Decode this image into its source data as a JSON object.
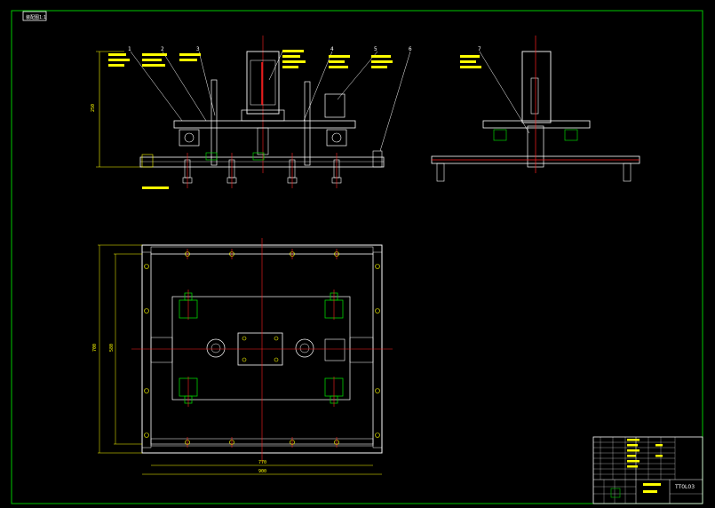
{
  "drawing": {
    "top_left_tag": "装配图1:1",
    "title_block": {
      "drawing_number": "TT0L03"
    },
    "front_view": {
      "part_numbers": [
        "1",
        "2",
        "3",
        "4",
        "5",
        "6"
      ],
      "height_dim": "250"
    },
    "side_view": {
      "part_numbers": [
        "7"
      ]
    },
    "plan_view": {
      "width_dim_inner": "770",
      "width_dim_outer": "900",
      "height_dim_outer": "700",
      "height_dim_inner": "580"
    },
    "colors": {
      "frame": "#00c800",
      "outline": "#ffffff",
      "centerline": "#ff2020",
      "callout": "#ffff00",
      "component": "#00d000",
      "dimension": "#ffff00"
    }
  }
}
